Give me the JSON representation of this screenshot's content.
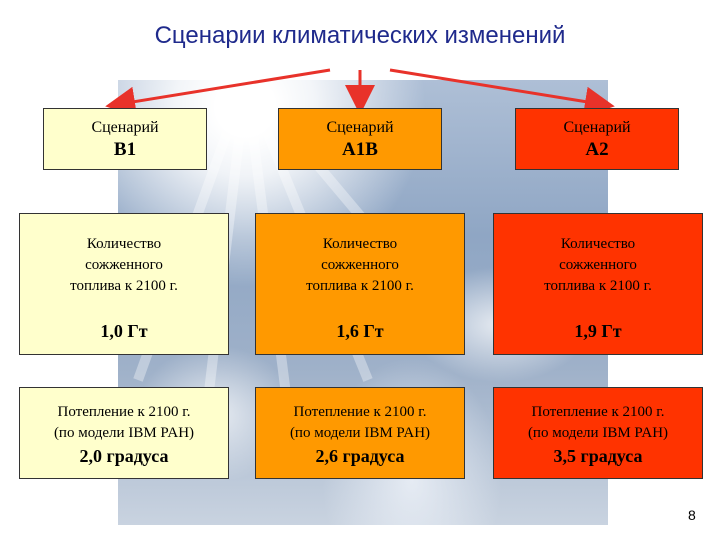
{
  "title": "Сценарии климатических изменений",
  "scenario_label": "Сценарий",
  "fuel_label": [
    "Количество",
    "сожженного",
    "топлива к 2100 г."
  ],
  "warming_label": [
    "Потепление к 2100 г.",
    "(по модели IBM PAH)"
  ],
  "scenarios": [
    {
      "name": "B1",
      "fuel": "1,0 Гт",
      "warming": "2,0 градуса",
      "color": "#ffffcc"
    },
    {
      "name": "A1B",
      "fuel": "1,6 Гт",
      "warming": "2,6 градуса",
      "color": "#ff9900"
    },
    {
      "name": "A2",
      "fuel": "1,9 Гт",
      "warming": "3,5 градуса",
      "color": "#ff3300"
    }
  ],
  "arrow_color": "#e8322a",
  "page_number": "8"
}
